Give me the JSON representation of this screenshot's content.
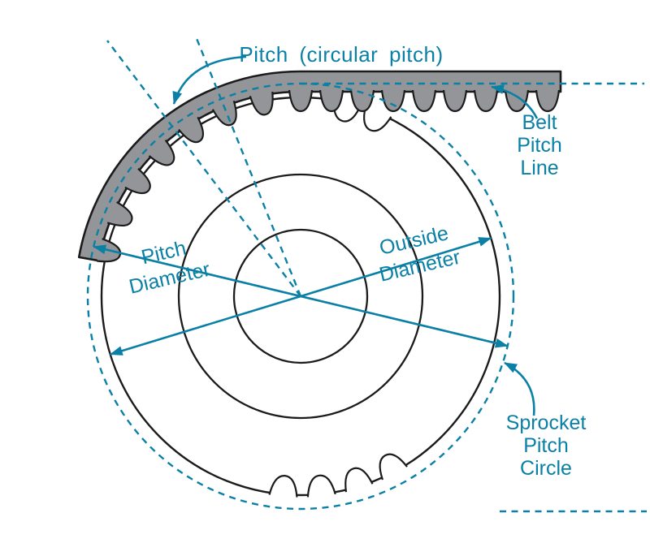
{
  "diagram": {
    "labels": {
      "pitch": "Pitch (circular pitch)",
      "belt_pitch_line": [
        "Belt",
        "Pitch",
        "Line"
      ],
      "pitch_diameter": [
        "Pitch",
        "Diameter"
      ],
      "outside_diameter": [
        "Outside",
        "Diameter"
      ],
      "sprocket_pitch_circle": [
        "Sprocket",
        "Pitch",
        "Circle"
      ]
    },
    "colors": {
      "accent_teal": "#0b80a6",
      "belt_gray": "#939598",
      "outline": "#1b1b1b",
      "background": "#ffffff"
    }
  }
}
